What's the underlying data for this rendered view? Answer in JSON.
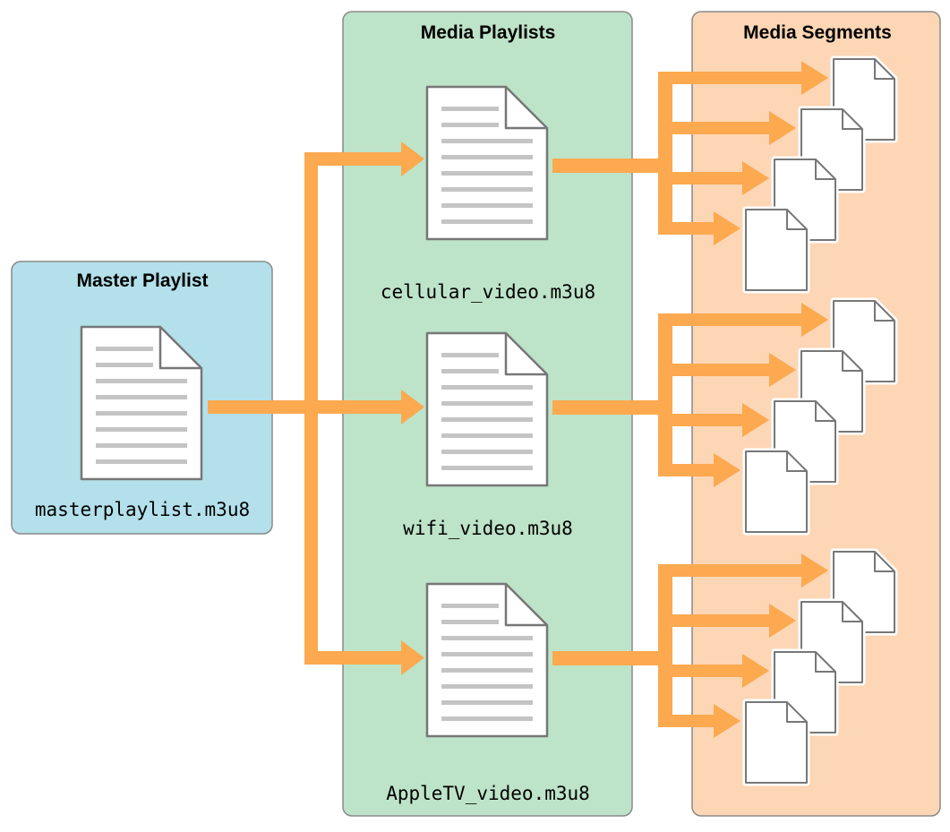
{
  "colors": {
    "master_panel": "#b3e0ea",
    "media_panel": "#bde3c8",
    "segments_panel": "#fdd6b5",
    "panel_border": "#8a8a8a",
    "arrow": "#fca950",
    "doc_stroke": "#777777",
    "doc_lines": "#c4c4c4"
  },
  "master": {
    "title": "Master Playlist",
    "file": "masterplaylist.m3u8"
  },
  "media": {
    "title": "Media Playlists",
    "files": [
      "cellular_video.m3u8",
      "wifi_video.m3u8",
      "AppleTV_video.m3u8"
    ]
  },
  "segments": {
    "title": "Media Segments",
    "segments_per_playlist": 4
  },
  "icons": {
    "playlist": "text-document-icon",
    "segment": "blank-document-icon",
    "connector": "arrow-icon"
  }
}
